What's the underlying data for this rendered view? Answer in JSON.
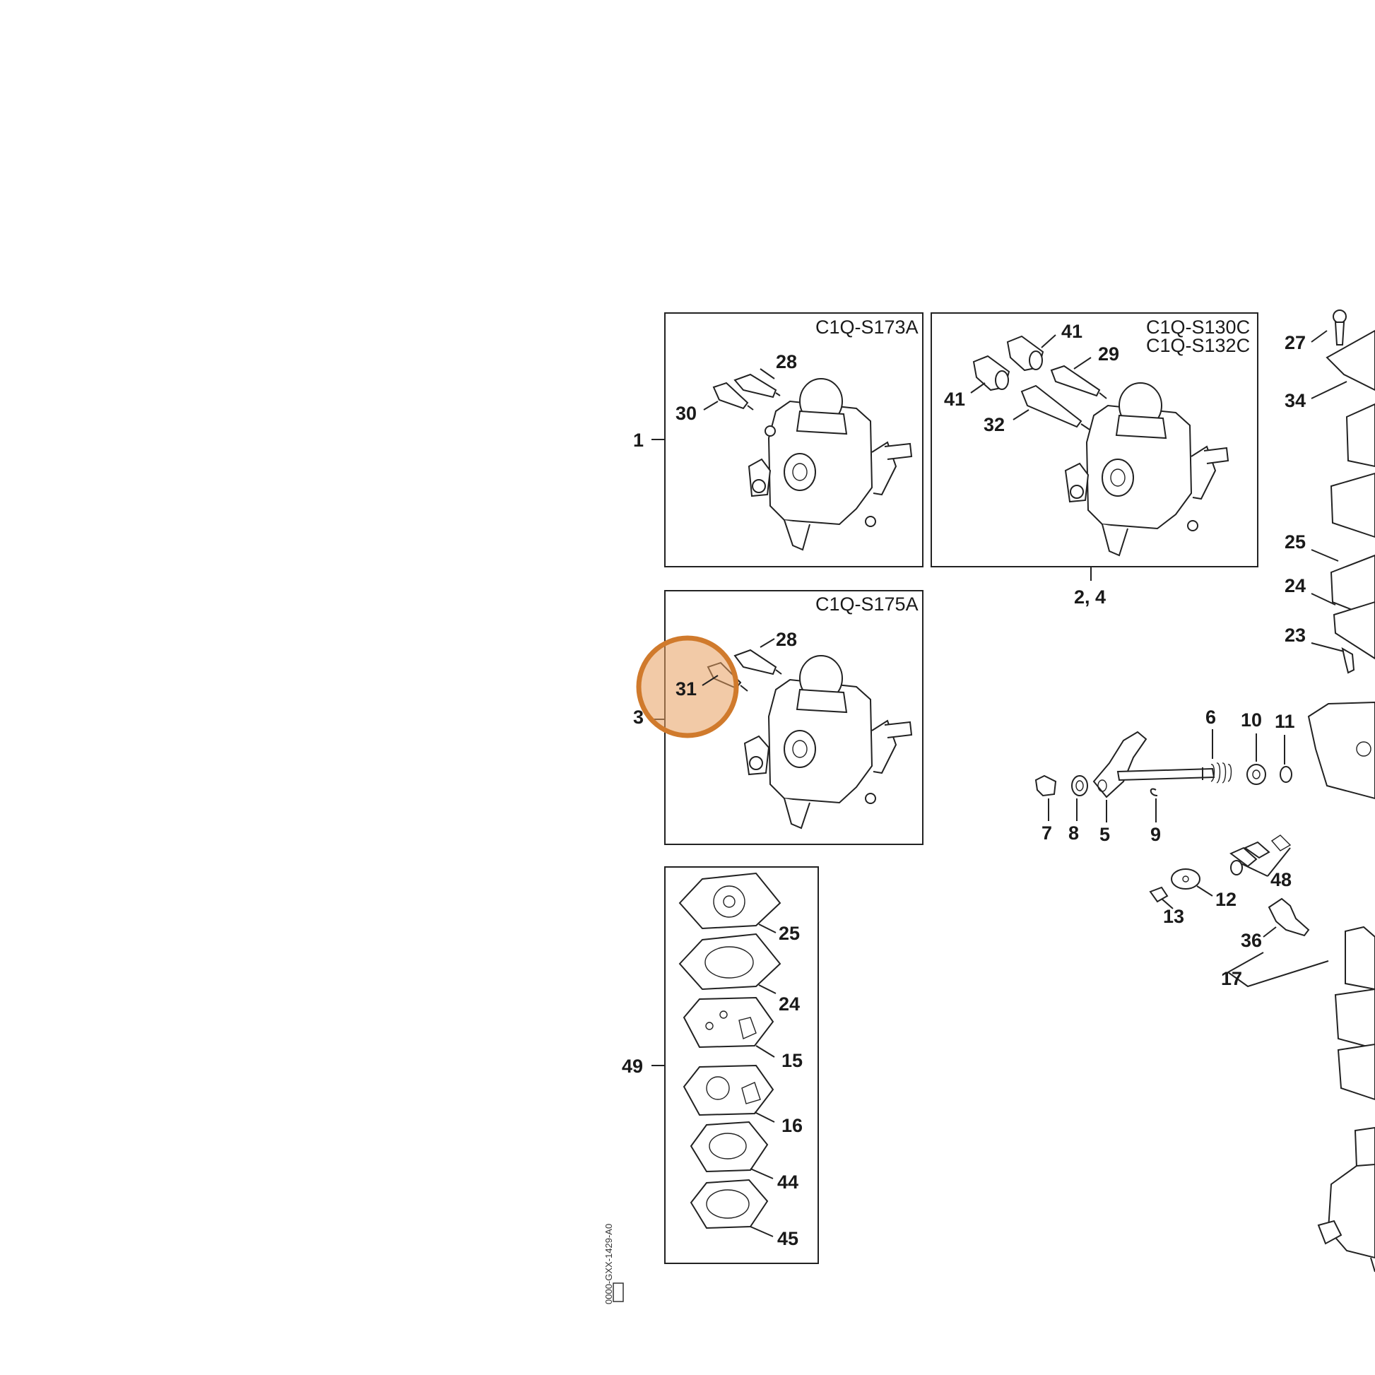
{
  "highlight_color": "#d07a2c",
  "highlight_fill": "#e89e5e",
  "boxes": {
    "a": {
      "model": "C1Q-S173A",
      "ref": "1",
      "parts": [
        "28",
        "30"
      ]
    },
    "b": {
      "model_1": "C1Q-S130C",
      "model_2": "C1Q-S132C",
      "ref": "2, 4",
      "parts": [
        "41",
        "29",
        "41",
        "32"
      ]
    },
    "c": {
      "model": "C1Q-S175A",
      "ref": "3",
      "parts": [
        "28",
        "31"
      ]
    },
    "kit": {
      "ref": "49",
      "parts": [
        "25",
        "24",
        "15",
        "16",
        "44",
        "45"
      ]
    }
  },
  "highlighted_part": "31",
  "main": {
    "top": [
      "27",
      "34",
      "25",
      "24",
      "23"
    ],
    "linkage": [
      "6",
      "10",
      "11",
      "7",
      "8",
      "5",
      "9"
    ],
    "lower": [
      "48",
      "12",
      "13",
      "36",
      "17"
    ]
  },
  "footer_code": "0000-GXX-1429-A0"
}
